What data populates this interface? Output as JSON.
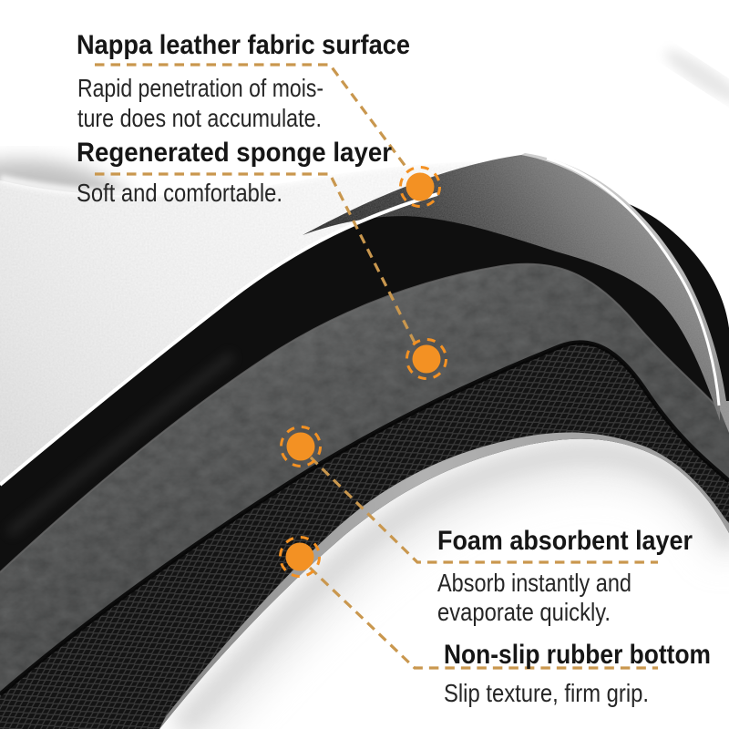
{
  "figure": {
    "type": "product-layer-infographic",
    "accent_color": "#F39123",
    "dash_color": "#C9974E",
    "callouts": [
      {
        "title": "Nappa leather fabric surface",
        "desc": [
          "Rapid penetration of mois-",
          "ture does not accumulate."
        ]
      },
      {
        "title": "Regenerated sponge layer",
        "desc": [
          "Soft and comfortable."
        ]
      },
      {
        "title": "Foam absorbent layer",
        "desc": [
          "Absorb instantly and",
          "evaporate quickly."
        ]
      },
      {
        "title": "Non-slip rubber bottom",
        "desc": [
          "Slip texture, firm grip."
        ]
      }
    ]
  }
}
